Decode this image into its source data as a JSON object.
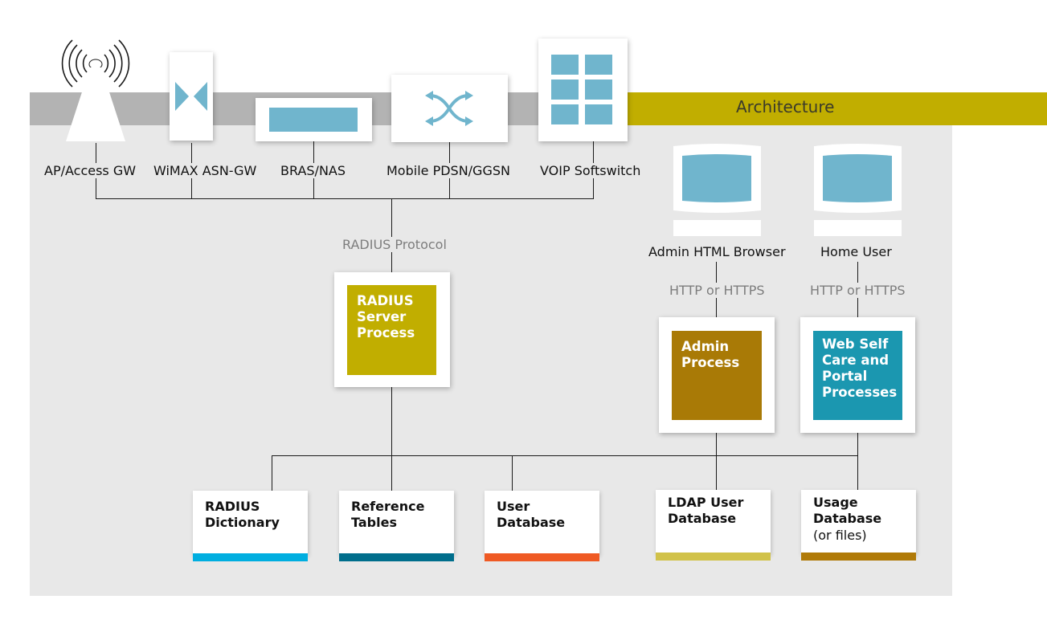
{
  "header": {
    "title": "Architecture"
  },
  "devices": [
    {
      "id": "ap",
      "label": "AP/Access GW",
      "icon": "antenna-tower-icon"
    },
    {
      "id": "wimax",
      "label": "WiMAX ASN-GW",
      "icon": "wimax-bowtie-icon"
    },
    {
      "id": "bras",
      "label": "BRAS/NAS",
      "icon": "bras-bar-icon"
    },
    {
      "id": "pdsn",
      "label": "Mobile PDSN/GGSN",
      "icon": "crossing-arrows-icon"
    },
    {
      "id": "voip",
      "label": "VOIP Softswitch",
      "icon": "grid-switch-icon"
    }
  ],
  "clients": [
    {
      "id": "admin",
      "label": "Admin HTML Browser",
      "protocol": "HTTP or HTTPS",
      "icon": "monitor-icon"
    },
    {
      "id": "home",
      "label": "Home User",
      "protocol": "HTTP or HTTPS",
      "icon": "monitor-icon"
    }
  ],
  "radius_protocol": "RADIUS Protocol",
  "processes": [
    {
      "id": "radius",
      "label": "RADIUS\nServer\nProcess",
      "color": "#c1ae00"
    },
    {
      "id": "admin",
      "label": "Admin\nProcess",
      "color": "#a97a06"
    },
    {
      "id": "web",
      "label": "Web Self\nCare and\nPortal\nProcesses",
      "color": "#1b97b0"
    }
  ],
  "databases": [
    {
      "id": "dict",
      "label": "RADIUS\nDictionary",
      "sub": "",
      "color": "#00aee0"
    },
    {
      "id": "ref",
      "label": "Reference\nTables",
      "sub": "",
      "color": "#006e8c"
    },
    {
      "id": "user",
      "label": "User\nDatabase",
      "sub": "",
      "color": "#ef5a24"
    },
    {
      "id": "ldap",
      "label": "LDAP User\nDatabase",
      "sub": "",
      "color": "#d1c24a"
    },
    {
      "id": "usage",
      "label": "Usage\nDatabase",
      "sub": "(or files)",
      "color": "#b07a08"
    }
  ],
  "colors": {
    "icon_blue": "#70b5cd",
    "panel": "#e8e8e8",
    "band_grey": "#b3b3b3",
    "band_gold": "#c1ae00"
  }
}
